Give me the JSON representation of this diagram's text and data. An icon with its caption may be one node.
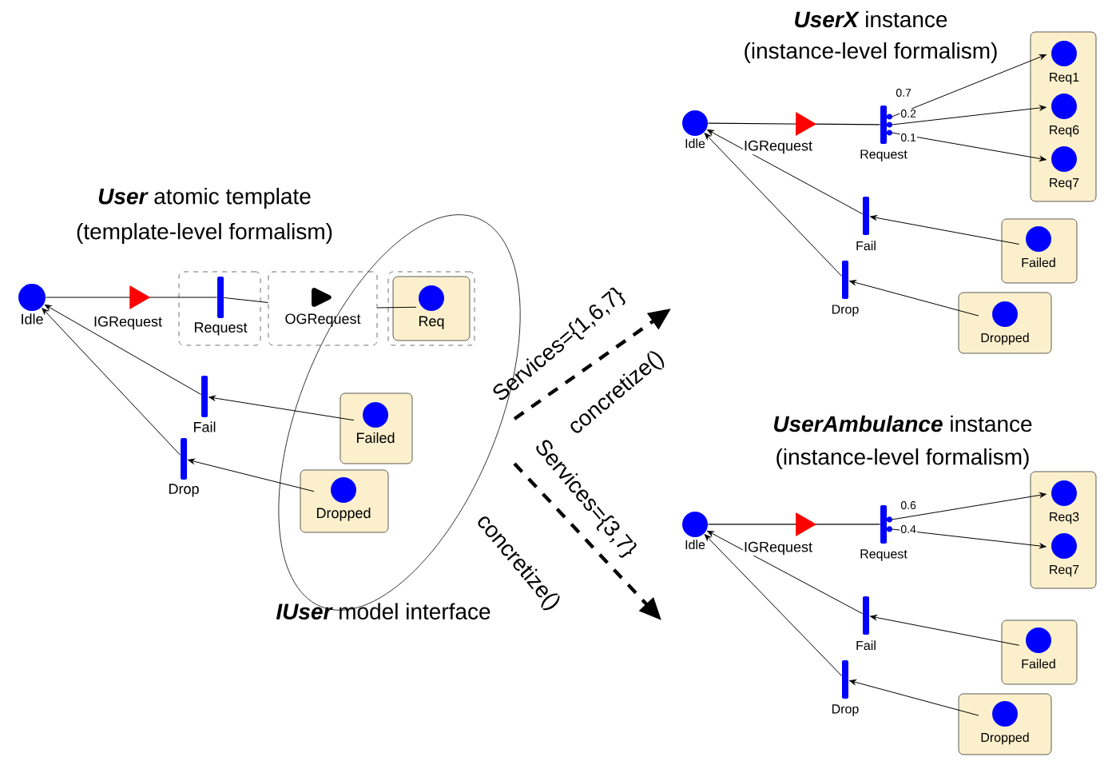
{
  "diagram": {
    "nodes": [
      {
        "text": [],
        "shape": "circle",
        "beside": [
          "Idle"
        ]
      },
      {
        "text": [],
        "shape": "box"
      },
      {
        "text": [],
        "shape": "bar",
        "beside": [
          "Request"
        ],
        "in": 1
      },
      {
        "text": [
          "OGRequest"
        ]
      },
      {
        "text": [],
        "shape": "box",
        "in": 13
      },
      {
        "text": [],
        "shape": "box",
        "in": 4
      },
      {
        "text": [
          "Req"
        ],
        "in": 5
      },
      {
        "text": [],
        "shape": "bar",
        "beside": [
          "Fail"
        ]
      },
      {
        "text": [],
        "shape": "box",
        "in": 13
      },
      {
        "text": [
          "Failed"
        ],
        "in": 8
      },
      {
        "text": [],
        "shape": "bar",
        "beside": [
          "Drop"
        ]
      },
      {
        "text": [],
        "shape": "box",
        "in": 13
      },
      {
        "text": [
          "Dropped"
        ],
        "in": 11
      },
      {
        "text": [],
        "shape": "ellipse",
        "beside": [
          "IUser",
          "model interface"
        ]
      },
      {
        "text": [],
        "shape": "circle",
        "beside": [
          "Idle"
        ]
      },
      {
        "text": [],
        "shape": "bar",
        "beside": [
          "Request"
        ]
      },
      {
        "text": [],
        "shape": "box"
      },
      {
        "text": [
          "Req1"
        ],
        "in": 16
      },
      {
        "text": [
          "Req6"
        ],
        "in": 16
      },
      {
        "text": [
          "Req7"
        ],
        "in": 16
      },
      {
        "text": [],
        "shape": "bar",
        "beside": [
          "Fail"
        ]
      },
      {
        "text": [],
        "shape": "box"
      },
      {
        "text": [
          "Failed"
        ],
        "in": 21
      },
      {
        "text": [],
        "shape": "bar",
        "beside": [
          "Drop"
        ]
      },
      {
        "text": [],
        "shape": "box"
      },
      {
        "text": [
          "Dropped"
        ],
        "in": 24
      },
      {
        "text": [],
        "shape": "circle",
        "beside": [
          "Idle"
        ]
      },
      {
        "text": [],
        "shape": "bar",
        "beside": [
          "Request"
        ]
      },
      {
        "text": [],
        "shape": "box"
      },
      {
        "text": [
          "Req3"
        ],
        "in": 28
      },
      {
        "text": [
          "Req7"
        ],
        "in": 28
      },
      {
        "text": [],
        "shape": "bar",
        "beside": [
          "Fail"
        ]
      },
      {
        "text": [],
        "shape": "box"
      },
      {
        "text": [
          "Failed"
        ],
        "in": 32
      },
      {
        "text": [],
        "shape": "bar",
        "beside": [
          "Drop"
        ]
      },
      {
        "text": [],
        "shape": "box"
      },
      {
        "text": [
          "Dropped"
        ],
        "in": 35
      }
    ],
    "edges": [
      {
        "from": 2,
        "to": 0,
        "arrow": "to",
        "label": "IGRequest"
      },
      {
        "from": 2,
        "to": 3,
        "arrow": "none"
      },
      {
        "from": 3,
        "to": 6,
        "arrow": "none"
      },
      {
        "from": 7,
        "to": 0,
        "arrow": "to"
      },
      {
        "from": 9,
        "to": 7,
        "arrow": "to"
      },
      {
        "from": 10,
        "to": 0,
        "arrow": "to"
      },
      {
        "from": 12,
        "to": 10,
        "arrow": "to"
      },
      {
        "from": 15,
        "to": 14,
        "arrow": "to",
        "label": "IGRequest"
      },
      {
        "from": 15,
        "to": 17,
        "arrow": "to",
        "label": "0.7"
      },
      {
        "from": 15,
        "to": 18,
        "arrow": "to",
        "label": "0.2"
      },
      {
        "from": 15,
        "to": 19,
        "arrow": "to",
        "label": "0.1"
      },
      {
        "from": 20,
        "to": 14,
        "arrow": "to"
      },
      {
        "from": 22,
        "to": 20,
        "arrow": "to"
      },
      {
        "from": 23,
        "to": 14,
        "arrow": "to"
      },
      {
        "from": 25,
        "to": 23,
        "arrow": "to"
      },
      {
        "from": 27,
        "to": 26,
        "arrow": "to",
        "label": "IGRequest"
      },
      {
        "from": 27,
        "to": 29,
        "arrow": "to",
        "label": "0.6"
      },
      {
        "from": 27,
        "to": 30,
        "arrow": "to",
        "label": "0.4"
      },
      {
        "from": 31,
        "to": 26,
        "arrow": "to"
      },
      {
        "from": 33,
        "to": 31,
        "arrow": "to"
      },
      {
        "from": 34,
        "to": 26,
        "arrow": "to"
      },
      {
        "from": 36,
        "to": 34,
        "arrow": "to"
      }
    ],
    "labels": [
      "User",
      "atomic template",
      "(template-level formalism)",
      "UserX",
      "instance",
      "(instance-level formalism)",
      "UserAmbulance",
      "instance",
      "(instance-level formalism)",
      "Services={1,6,7}",
      "concretize()",
      "Services={3,7}",
      "concretize()"
    ]
  }
}
